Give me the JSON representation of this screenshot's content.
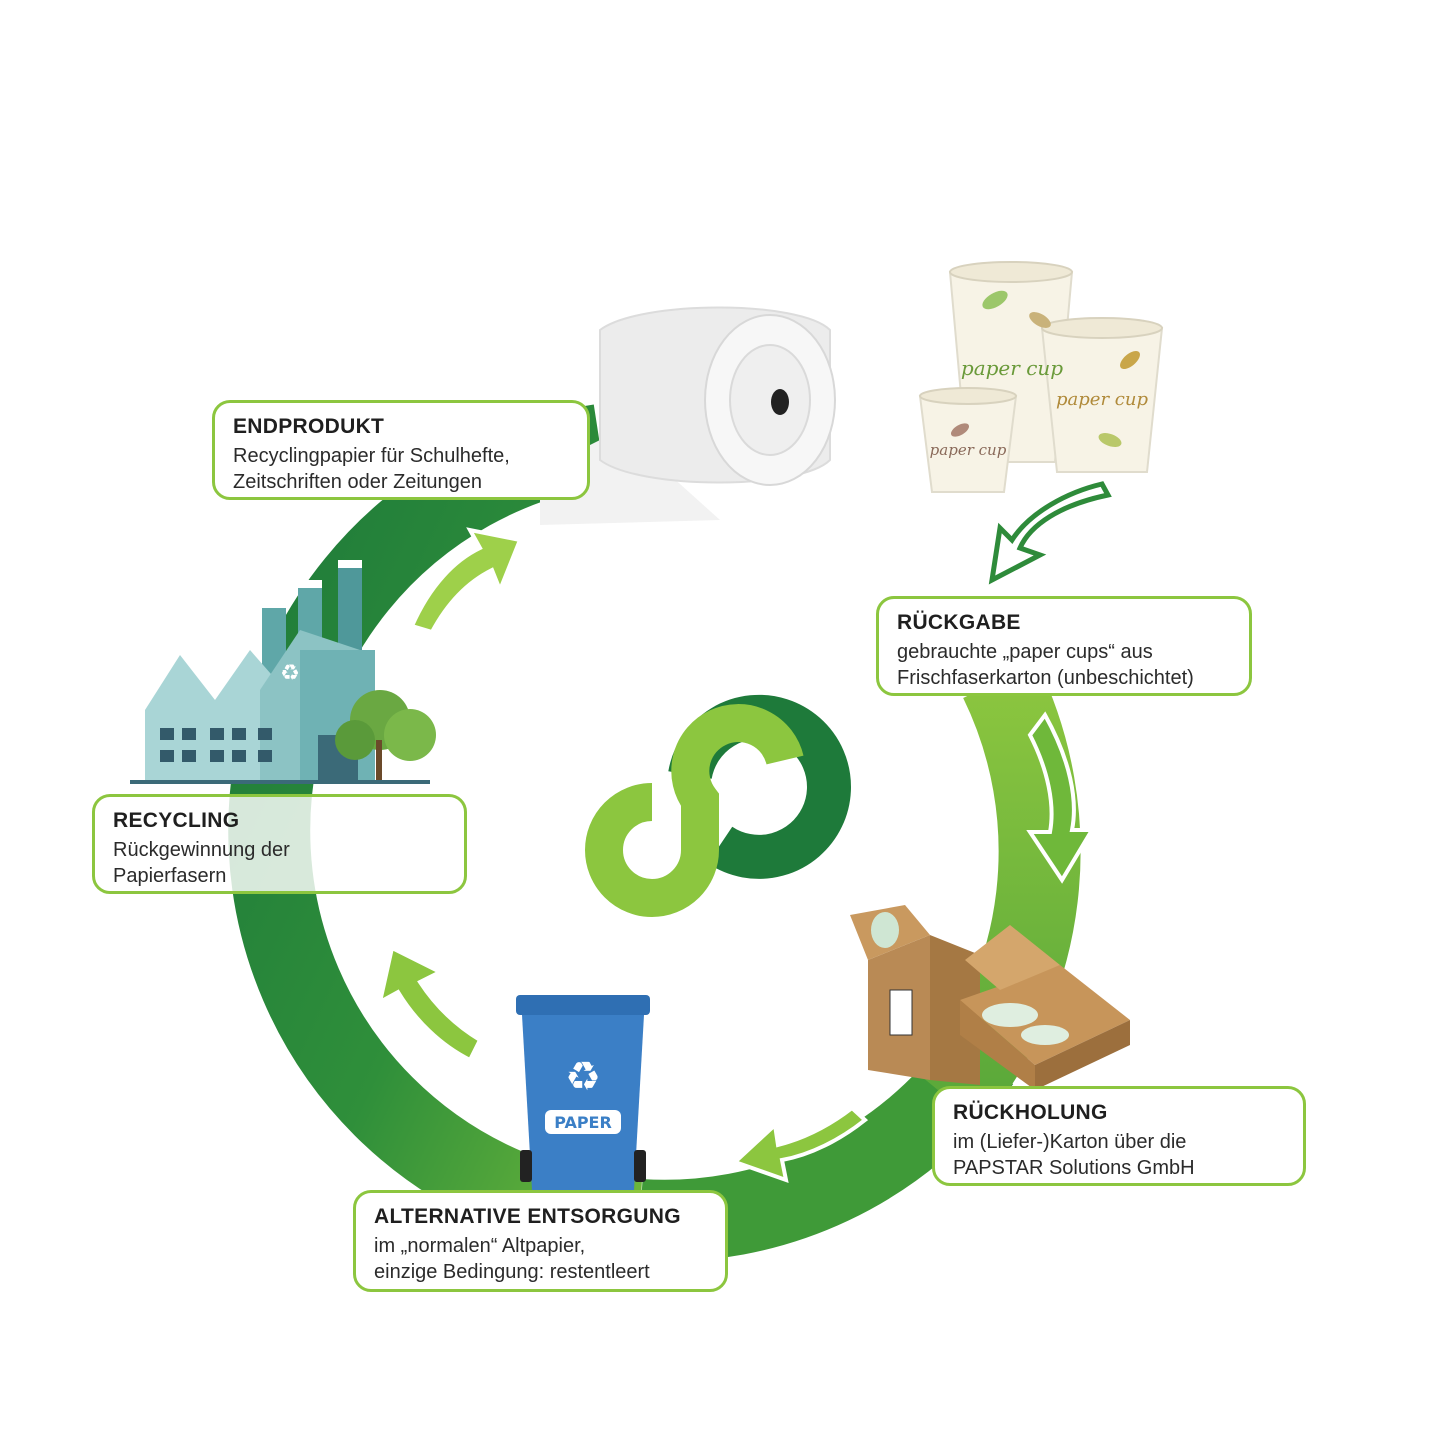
{
  "colors": {
    "dark_green": "#1e7a3a",
    "mid_green": "#4aa037",
    "light_green": "#8cc63f",
    "box_border": "#8cc63f",
    "bin_blue": "#3b7fc6"
  },
  "icons": {
    "center": "papstar-p-logo-icon",
    "paper_roll": "paper-roll-icon",
    "cups": "paper-cups-icon",
    "box": "cardboard-box-icon",
    "bin": "recycling-bin-icon",
    "factory": "factory-icon"
  },
  "cups": {
    "brand_text": "paper cup"
  },
  "bin": {
    "label": "PAPER"
  },
  "steps": {
    "endprodukt": {
      "title": "ENDPRODUKT",
      "lines": [
        "Recyclingpapier für Schulhefte,",
        "Zeitschriften oder Zeitungen"
      ]
    },
    "rueckgabe": {
      "title": "RÜCKGABE",
      "lines": [
        "gebrauchte „paper cups“ aus",
        "Frischfaserkarton (unbeschichtet)"
      ]
    },
    "rueckholung": {
      "title": "RÜCKHOLUNG",
      "lines": [
        "im (Liefer-)Karton über die",
        "PAPSTAR Solutions GmbH"
      ]
    },
    "alternative": {
      "title": "ALTERNATIVE ENTSORGUNG",
      "lines": [
        "im „normalen“ Altpapier,",
        "einzige Bedingung: restentleert"
      ]
    },
    "recycling": {
      "title": "RECYCLING",
      "lines": [
        "Rückgewinnung der",
        "Papierfasern"
      ]
    }
  }
}
